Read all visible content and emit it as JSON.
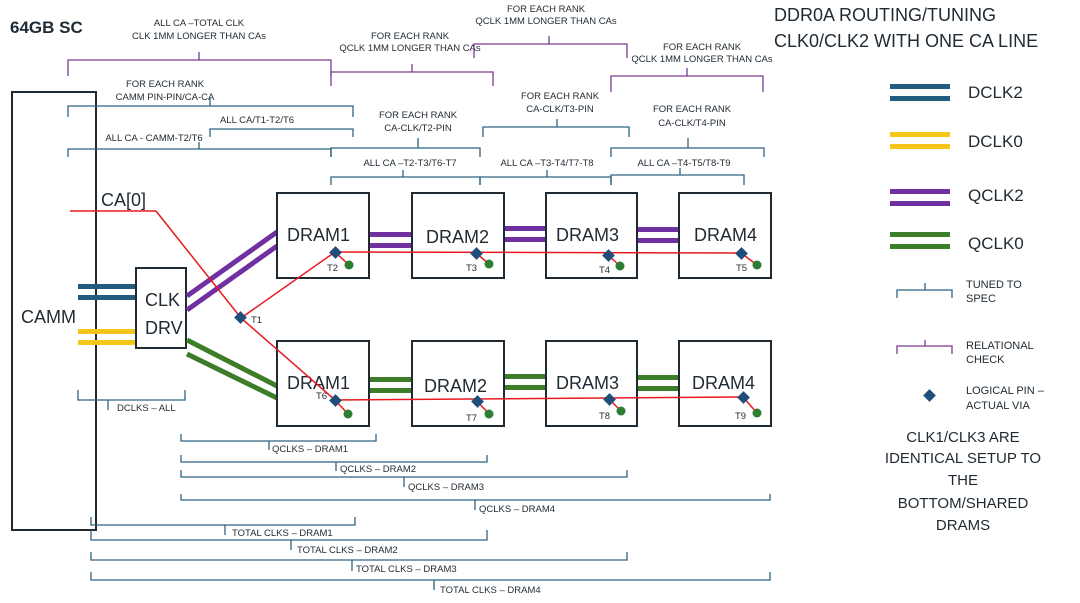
{
  "title_left": "64GB SC",
  "title_right": [
    "DDR0A ROUTING/TUNING",
    "CLK0/CLK2 WITH ONE CA LINE"
  ],
  "colors": {
    "dclk2": "#215c7c",
    "dclk0": "#f5c518",
    "qclk2": "#7030a0",
    "qclk0": "#3d7d2a",
    "ca_line": "#e8191f",
    "tuned_bracket": "#2f6383",
    "relational_bracket": "#7d3a91",
    "pin": "#1f4e79",
    "via": "#2e7d32"
  },
  "blocks": {
    "camm": "CAMM",
    "clk_drv": [
      "CLK",
      "DRV"
    ],
    "top_drams": [
      "DRAM1",
      "DRAM2",
      "DRAM3",
      "DRAM4"
    ],
    "bottom_drams": [
      "DRAM1",
      "DRAM2",
      "DRAM3",
      "DRAM4"
    ],
    "ca_label": "CA[0]"
  },
  "pins": [
    "T1",
    "T2",
    "T3",
    "T4",
    "T5",
    "T6",
    "T7",
    "T8",
    "T9"
  ],
  "relational_checks": [
    [
      "ALL CA –TOTAL CLK",
      "CLK 1MM LONGER THAN CAs"
    ],
    [
      "FOR EACH RANK",
      "QCLK 1MM LONGER THAN CAs"
    ],
    [
      "FOR EACH RANK",
      "QCLK 1MM LONGER THAN CAs"
    ],
    [
      "FOR EACH RANK",
      "QCLK 1MM LONGER THAN CAs"
    ]
  ],
  "tuned_top": [
    [
      "FOR EACH RANK",
      "CAMM PIN-PIN/CA-CA"
    ],
    [
      "ALL CA/T1-T2/T6"
    ],
    [
      "ALL CA - CAMM-T2/T6"
    ],
    [
      "FOR EACH RANK",
      "CA-CLK/T2-PIN"
    ],
    [
      "FOR EACH RANK",
      "CA-CLK/T3-PIN"
    ],
    [
      "FOR EACH RANK",
      "CA-CLK/T4-PIN"
    ],
    [
      "ALL CA –T2-T3/T6-T7"
    ],
    [
      "ALL CA –T3-T4/T7-T8"
    ],
    [
      "ALL CA –T4-T5/T8-T9"
    ]
  ],
  "tuned_bottom": [
    "DCLKS – ALL",
    "QCLKS – DRAM1",
    "QCLKS – DRAM2",
    "QCLKS – DRAM3",
    "QCLKS – DRAM4",
    "TOTAL CLKS – DRAM1",
    "TOTAL CLKS – DRAM2",
    "TOTAL CLKS – DRAM3",
    "TOTAL CLKS – DRAM4"
  ],
  "legend": {
    "dclk2": "DCLK2",
    "dclk0": "DCLK0",
    "qclk2": "QCLK2",
    "qclk0": "QCLK0",
    "tuned": [
      "TUNED TO",
      "SPEC"
    ],
    "relational": [
      "RELATIONAL",
      "CHECK"
    ],
    "pin": [
      "LOGICAL PIN –",
      "ACTUAL VIA"
    ],
    "note": [
      "CLK1/CLK3 ARE",
      "IDENTICAL SETUP TO",
      "THE",
      "BOTTOM/SHARED",
      "DRAMS"
    ]
  }
}
